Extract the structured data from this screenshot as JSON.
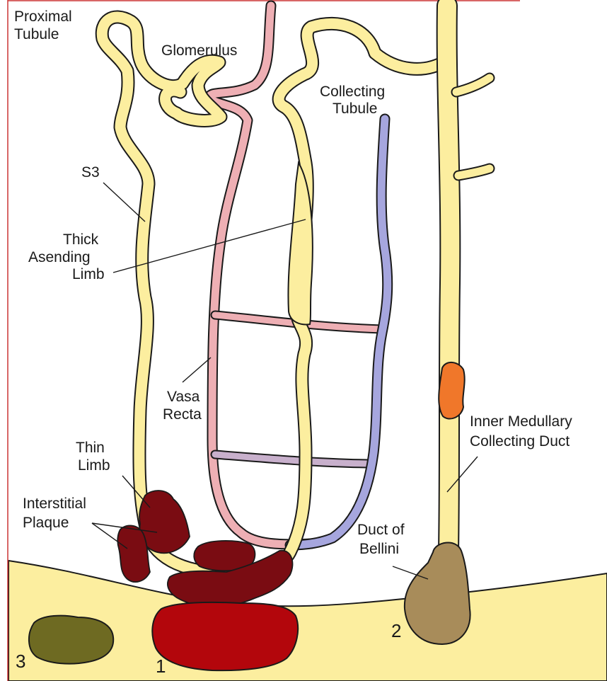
{
  "colors": {
    "tubule": "#fcee9f",
    "outline": "#1a1a1a",
    "vasa_recta_artery": "#eeafb4",
    "vasa_recta_vein": "#a6a6de",
    "plaque": "#7a0c12",
    "large_stone": "#b3060c",
    "duct_plug": "#f0772a",
    "bellini_plug": "#a88c5a",
    "free_stone": "#6e6a22",
    "papilla": "#fcee9f"
  },
  "labels": {
    "proximal_tubule_line1": "Proximal",
    "proximal_tubule_line2": "Tubule",
    "glomerulus": "Glomerulus",
    "collecting_tubule_line1": "Collecting",
    "collecting_tubule_line2": "Tubule",
    "s3": "S3",
    "thick_limb_line1": "Thick",
    "thick_limb_line2": "Asending",
    "thick_limb_line3": "Limb",
    "vasa_recta_line1": "Vasa",
    "vasa_recta_line2": "Recta",
    "thin_limb_line1": "Thin",
    "thin_limb_line2": "Limb",
    "interstitial_plaque_line1": "Interstitial",
    "interstitial_plaque_line2": "Plaque",
    "imcd_line1": "Inner Medullary",
    "imcd_line2": "Collecting Duct",
    "duct_bellini_line1": "Duct of",
    "duct_bellini_line2": "Bellini"
  },
  "markers": {
    "marker_1": "1",
    "marker_2": "2",
    "marker_3": "3"
  }
}
